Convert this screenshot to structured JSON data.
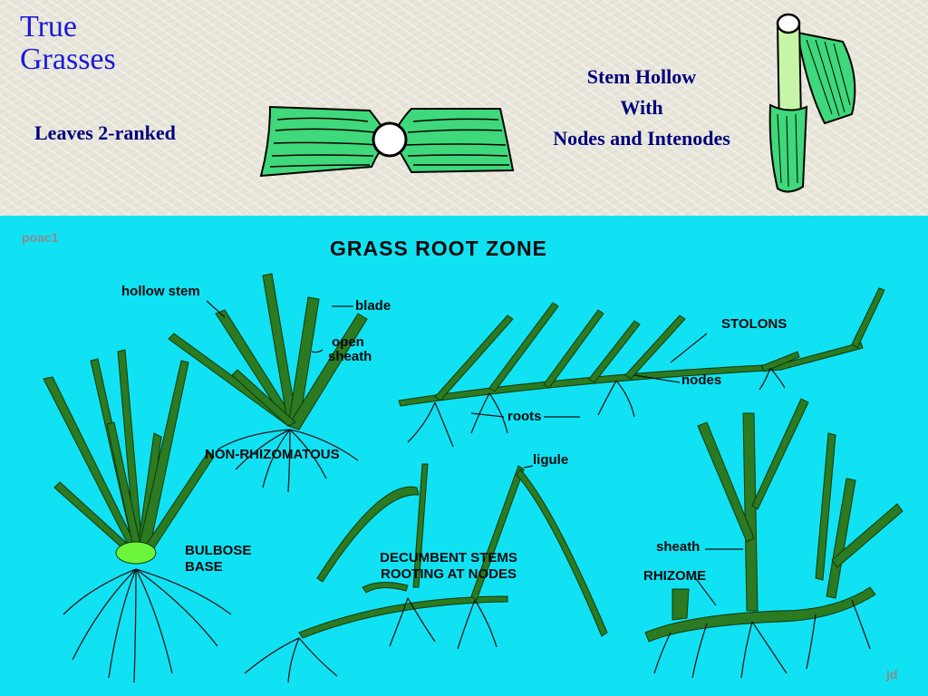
{
  "header": {
    "title_line1": "True",
    "title_line2": "Grasses",
    "leaves_label": "Leaves 2-ranked",
    "stem_label_line1": "Stem Hollow",
    "stem_label_line2": "With",
    "stem_label_line3": "Nodes and Intenodes"
  },
  "diagram": {
    "heading": "GRASS ROOT ZONE",
    "code": "poac1",
    "signature": "jd",
    "labels": {
      "hollow_stem": "hollow stem",
      "blade": "blade",
      "open_sheath_1": "open",
      "open_sheath_2": "sheath",
      "non_rhizomatous": "NON-RHIZOMATOUS",
      "bulbose_base_1": "BULBOSE",
      "bulbose_base_2": "BASE",
      "stolons": "STOLONS",
      "nodes": "nodes",
      "roots": "roots",
      "ligule": "ligule",
      "decumbent_1": "DECUMBENT STEMS",
      "decumbent_2": "ROOTING AT NODES",
      "sheath": "sheath",
      "rhizome": "RHIZOME"
    }
  },
  "colors": {
    "title": "#1a1ad8",
    "label_text": "#00007a",
    "diagram_bg": "#10e2f4",
    "leaf_green": "#3fd87a",
    "plant_green": "#2c7a22"
  }
}
